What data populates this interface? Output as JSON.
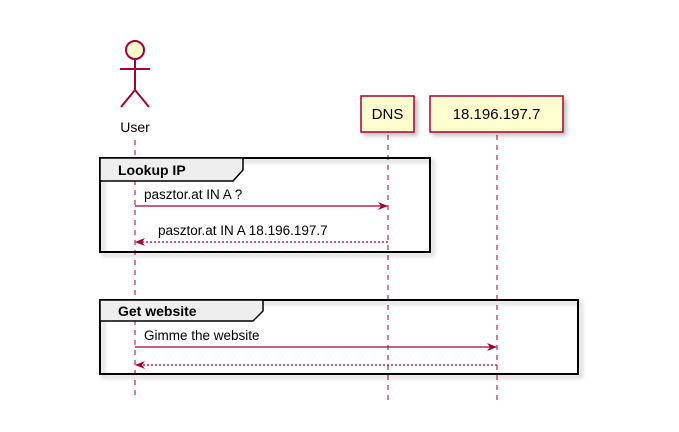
{
  "actors": {
    "user": {
      "label": "User"
    }
  },
  "participants": {
    "dns": {
      "label": "DNS"
    },
    "server": {
      "label": "18.196.197.7"
    }
  },
  "frames": {
    "lookup": {
      "title": "Lookup IP"
    },
    "website": {
      "title": "Get website"
    }
  },
  "messages": {
    "dns_query": {
      "label": "pasztor.at IN A ?"
    },
    "dns_reply": {
      "label": "pasztor.at IN A 18.196.197.7"
    },
    "http_request": {
      "label": "Gimme the website"
    },
    "http_response": {
      "label": ""
    }
  },
  "colors": {
    "lifeline": "#A80036",
    "arrow": "#A80036",
    "participant_fill": "#FEFECE",
    "participant_border": "#A80036",
    "frame_border": "#000000",
    "frame_fill": "#FFFFFF",
    "frame_tab_fill": "#EEEEEE"
  },
  "icons": {
    "user": "stick-figure-icon"
  }
}
